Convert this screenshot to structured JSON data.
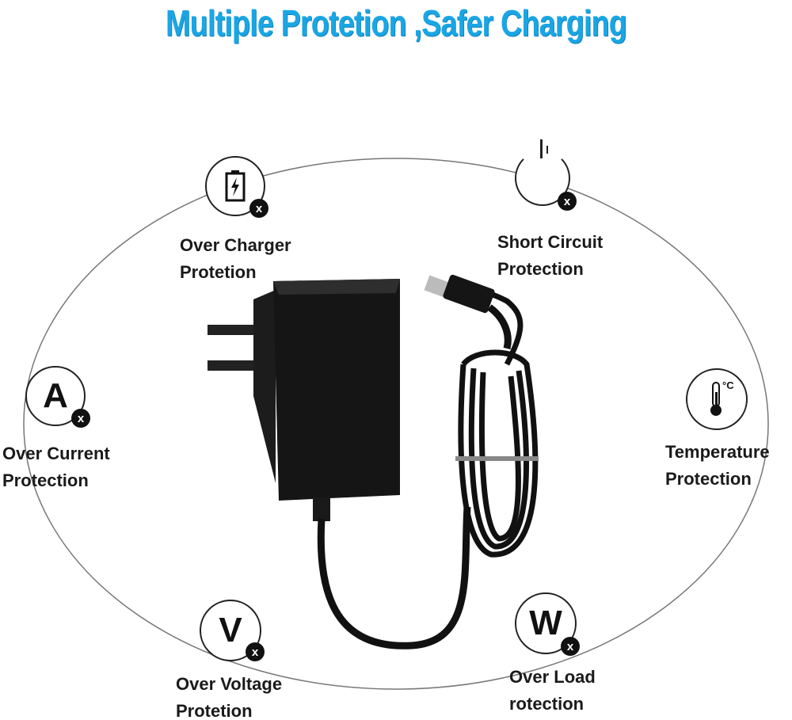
{
  "title": "Multiple Protetion ,Safer Charging",
  "features": [
    {
      "line1": "Over Charger",
      "line2": "Protetion",
      "icon": "battery-icon"
    },
    {
      "line1": "Short Circuit",
      "line2": "Protection",
      "icon": "power-icon"
    },
    {
      "line1": "Over Current",
      "line2": "Protection",
      "icon": "ampere-icon",
      "glyph": "A"
    },
    {
      "line1": "Temperature",
      "line2": "Protection",
      "icon": "thermometer-icon",
      "glyph": "°C"
    },
    {
      "line1": "Over Voltage",
      "line2": "Protetion",
      "icon": "voltage-icon",
      "glyph": "V"
    },
    {
      "line1": "Over Load",
      "line2": "rotection",
      "icon": "watt-icon",
      "glyph": "W"
    }
  ],
  "badge": "x",
  "colors": {
    "title": "#1aa6e4",
    "text": "#1a1a1a"
  }
}
